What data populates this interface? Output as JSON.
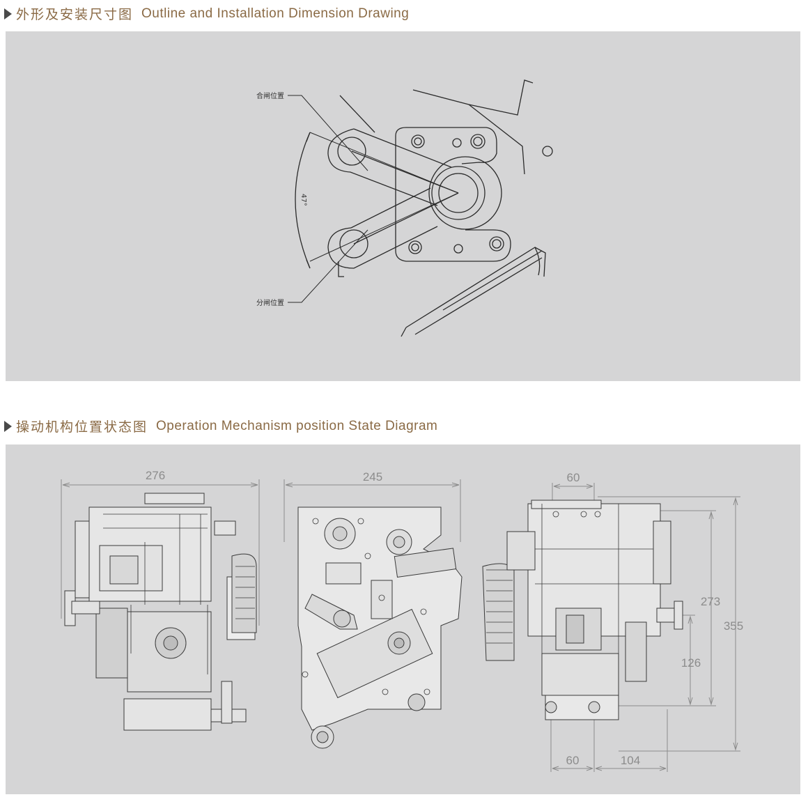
{
  "section1": {
    "title_zh": "外形及安装尺寸图",
    "title_en": "Outline and Installation Dimension Drawing",
    "labels": {
      "closed_position": "合闸位置",
      "open_position": "分闸位置",
      "angle": "47°"
    }
  },
  "section2": {
    "title_zh": "操动机构位置状态图",
    "title_en": "Operation Mechanism position State Diagram",
    "views": [
      {
        "width_dim": "276"
      },
      {
        "width_dim": "245"
      },
      {
        "top_dim": "60",
        "right_dims": [
          "273",
          "355",
          "126"
        ],
        "bottom_dims": [
          "60",
          "104"
        ]
      }
    ]
  },
  "colors": {
    "heading": "#8a6a45",
    "panel": "#d5d5d6",
    "drawing_line": "#2a2a2a",
    "dimension_text": "#8c8c8c"
  }
}
